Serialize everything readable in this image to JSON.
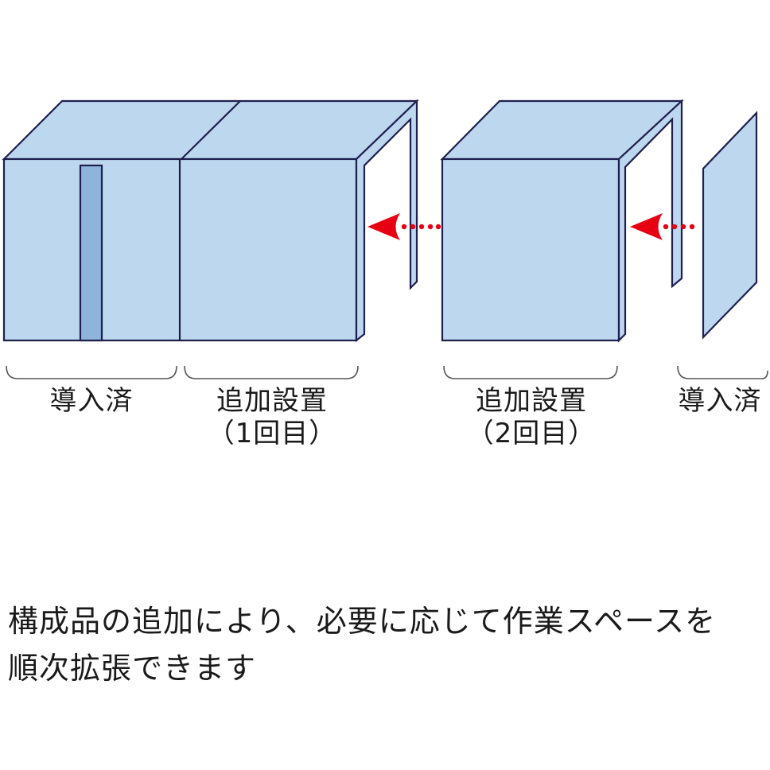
{
  "labels": {
    "left_installed": "導入済",
    "additional_1_line1": "追加設置",
    "additional_1_line2": "（1回目）",
    "additional_2_line1": "追加設置",
    "additional_2_line2": "（2回目）",
    "right_installed": "導入済"
  },
  "caption": {
    "line1": "構成品の追加により、必要に応じて作業スペースを",
    "line2": "順次拡張できます"
  },
  "colors": {
    "box_fill": "#bdd7ee",
    "panel_fill": "#8fb4dc",
    "outline": "#1f1f4f",
    "arrow": "#e60012",
    "bracket": "#555555"
  }
}
